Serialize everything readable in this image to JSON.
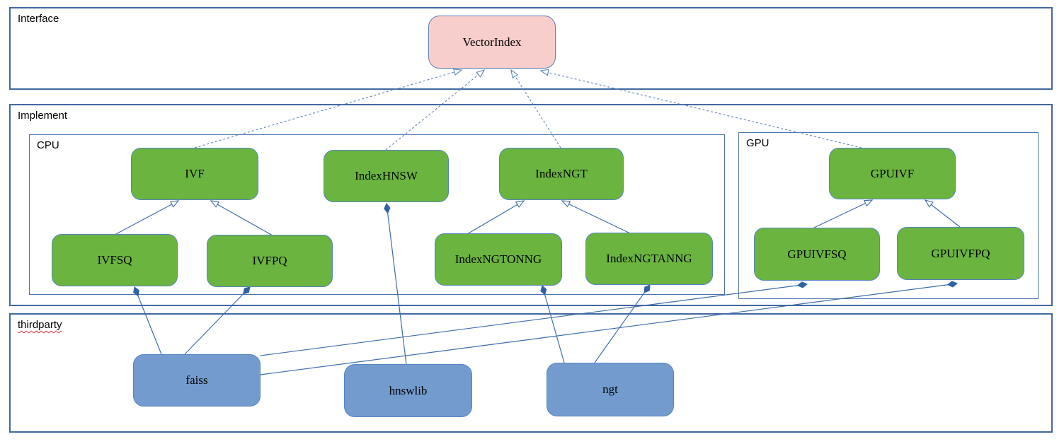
{
  "diagram": {
    "containers": {
      "interface": {
        "label": "Interface"
      },
      "implement": {
        "label": "Implement"
      },
      "cpu": {
        "label": "CPU"
      },
      "gpu": {
        "label": "GPU"
      },
      "thirdparty": {
        "label": "thirdparty"
      }
    },
    "nodes": {
      "vectorindex": {
        "label": "VectorIndex",
        "kind": "interface"
      },
      "ivf": {
        "label": "IVF",
        "kind": "cpu-class"
      },
      "indexhnsw": {
        "label": "IndexHNSW",
        "kind": "cpu-class"
      },
      "indexngt": {
        "label": "IndexNGT",
        "kind": "cpu-class"
      },
      "ivfsq": {
        "label": "IVFSQ",
        "kind": "cpu-class"
      },
      "ivfpq": {
        "label": "IVFPQ",
        "kind": "cpu-class"
      },
      "indexngtonng": {
        "label": "IndexNGTONNG",
        "kind": "cpu-class"
      },
      "indexngtanng": {
        "label": "IndexNGTANNG",
        "kind": "cpu-class"
      },
      "gpuivf": {
        "label": "GPUIVF",
        "kind": "gpu-class"
      },
      "gpuivfsq": {
        "label": "GPUIVFSQ",
        "kind": "gpu-class"
      },
      "gpuivfpq": {
        "label": "GPUIVFPQ",
        "kind": "gpu-class"
      },
      "faiss": {
        "label": "faiss",
        "kind": "thirdparty-lib"
      },
      "hnswlib": {
        "label": "hnswlib",
        "kind": "thirdparty-lib"
      },
      "ngt": {
        "label": "ngt",
        "kind": "thirdparty-lib"
      }
    },
    "edges": [
      {
        "from": "IVF",
        "to": "VectorIndex",
        "type": "realization-dashed-hollow-arrow"
      },
      {
        "from": "IndexHNSW",
        "to": "VectorIndex",
        "type": "realization-dashed-hollow-arrow"
      },
      {
        "from": "IndexNGT",
        "to": "VectorIndex",
        "type": "realization-dashed-hollow-arrow"
      },
      {
        "from": "GPUIVF",
        "to": "VectorIndex",
        "type": "realization-dashed-hollow-arrow"
      },
      {
        "from": "IVFSQ",
        "to": "IVF",
        "type": "generalization-hollow-arrow"
      },
      {
        "from": "IVFPQ",
        "to": "IVF",
        "type": "generalization-hollow-arrow"
      },
      {
        "from": "IndexNGTONNG",
        "to": "IndexNGT",
        "type": "generalization-hollow-arrow"
      },
      {
        "from": "IndexNGTANNG",
        "to": "IndexNGT",
        "type": "generalization-hollow-arrow"
      },
      {
        "from": "GPUIVFSQ",
        "to": "GPUIVF",
        "type": "generalization-hollow-arrow"
      },
      {
        "from": "GPUIVFPQ",
        "to": "GPUIVF",
        "type": "generalization-hollow-arrow"
      },
      {
        "from": "faiss",
        "to": "IVFSQ",
        "type": "composition-filled-diamond"
      },
      {
        "from": "faiss",
        "to": "IVFPQ",
        "type": "composition-filled-diamond"
      },
      {
        "from": "hnswlib",
        "to": "IndexHNSW",
        "type": "composition-filled-diamond"
      },
      {
        "from": "ngt",
        "to": "IndexNGTONNG",
        "type": "composition-filled-diamond"
      },
      {
        "from": "ngt",
        "to": "IndexNGTANNG",
        "type": "composition-filled-diamond"
      },
      {
        "from": "faiss",
        "to": "GPUIVFSQ",
        "type": "composition-filled-diamond"
      },
      {
        "from": "faiss",
        "to": "GPUIVFPQ",
        "type": "composition-filled-diamond"
      }
    ],
    "colors": {
      "interface_node_fill": "#f8cecc",
      "implement_node_fill": "#6ab43f",
      "thirdparty_node_fill": "#739bce",
      "node_border": "#5585c0",
      "container_border": "#41699f",
      "edge_line": "#3e6cad",
      "diamond_fill": "#2f63a4",
      "spellcheck_underline": "#d03030"
    }
  }
}
